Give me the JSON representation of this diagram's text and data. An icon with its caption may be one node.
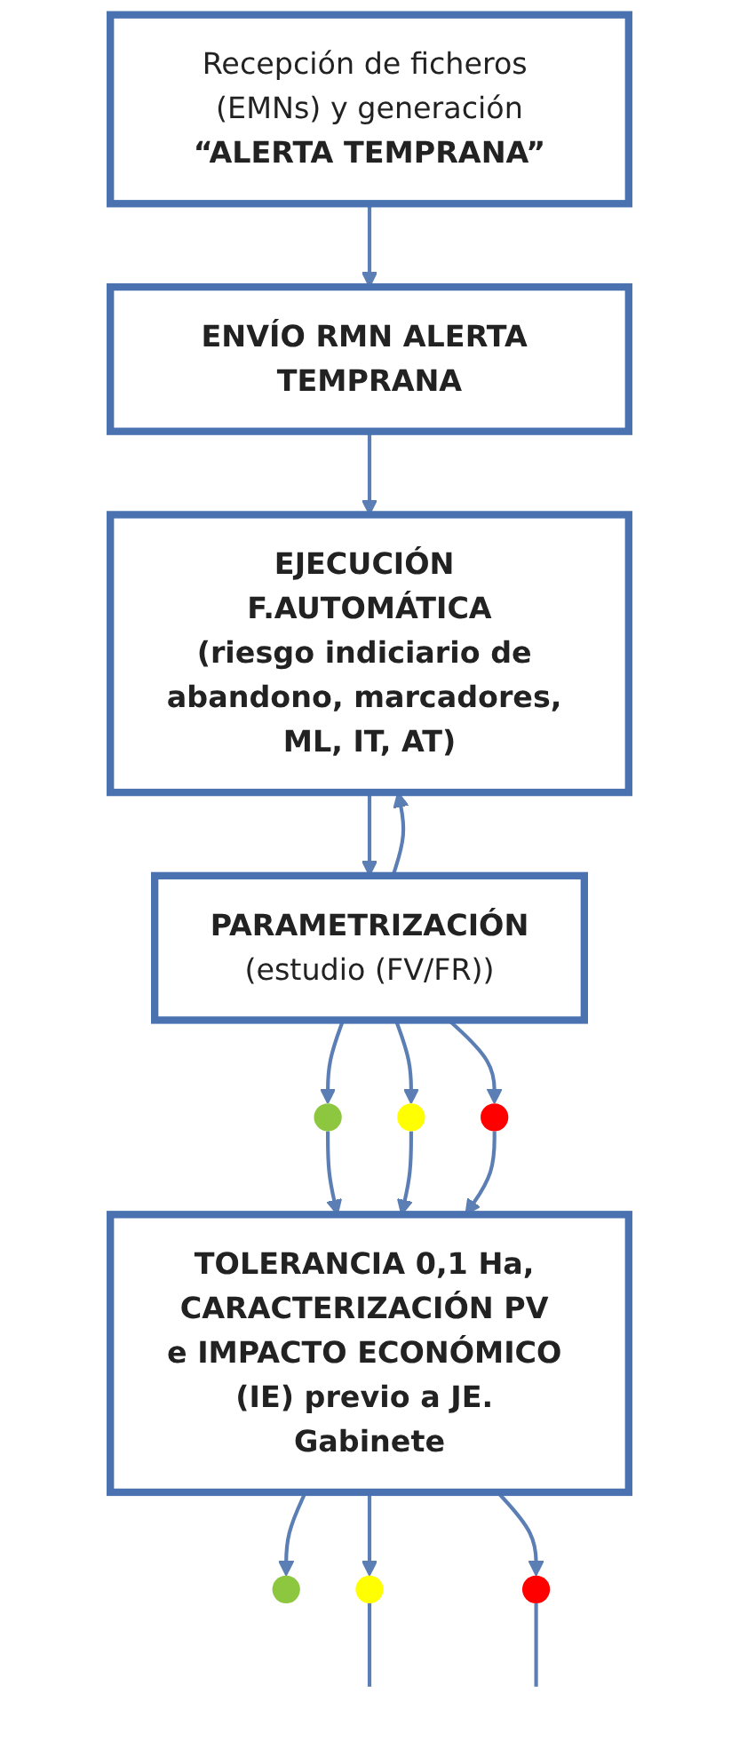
{
  "diagram": {
    "nodes": [
      {
        "text": [
          "Recepción de ficheros (EMNs) y generación",
          "“ALERTA TEMPRANA”"
        ]
      },
      {
        "text": [
          "ENVÍO RMN ALERTA TEMPRANA"
        ]
      },
      {
        "text": [
          "EJECUCIÓN F.AUTOMÁTICA",
          "(riesgo indiciario de abandono, marcadores, ML, IT, AT)"
        ]
      },
      {
        "text": [
          "PARAMETRIZACIÓN",
          "(estudio (FV/FR))"
        ]
      },
      {
        "text": [],
        "shape": "circle"
      },
      {
        "text": [],
        "shape": "circle"
      },
      {
        "text": [],
        "shape": "circle"
      },
      {
        "text": [
          "TOLERANCIA 0,1 Ha, CARACTERIZACIÓN PV e IMPACTO ECONÓMICO (IE) previo a JE. Gabinete"
        ]
      },
      {
        "text": [],
        "shape": "circle"
      },
      {
        "text": [],
        "shape": "circle"
      },
      {
        "text": [],
        "shape": "circle"
      }
    ],
    "edges": [
      {
        "from": 0,
        "to": 1,
        "arrow": "to"
      },
      {
        "from": 1,
        "to": 2,
        "arrow": "to"
      },
      {
        "from": 2,
        "to": 3,
        "arrow": "to"
      },
      {
        "from": 3,
        "to": 2,
        "arrow": "to"
      },
      {
        "from": 3,
        "to": 4,
        "arrow": "to"
      },
      {
        "from": 3,
        "to": 5,
        "arrow": "to"
      },
      {
        "from": 3,
        "to": 6,
        "arrow": "to"
      },
      {
        "from": 4,
        "to": 7,
        "arrow": "to"
      },
      {
        "from": 5,
        "to": 7,
        "arrow": "to"
      },
      {
        "from": 6,
        "to": 7,
        "arrow": "to"
      },
      {
        "from": 7,
        "to": 8,
        "arrow": "to"
      },
      {
        "from": 7,
        "to": 9,
        "arrow": "to"
      },
      {
        "from": 7,
        "to": 10,
        "arrow": "to"
      },
      {
        "from": 9,
        "to": null,
        "arrow": "none"
      },
      {
        "from": 10,
        "to": null,
        "arrow": "none"
      }
    ]
  }
}
